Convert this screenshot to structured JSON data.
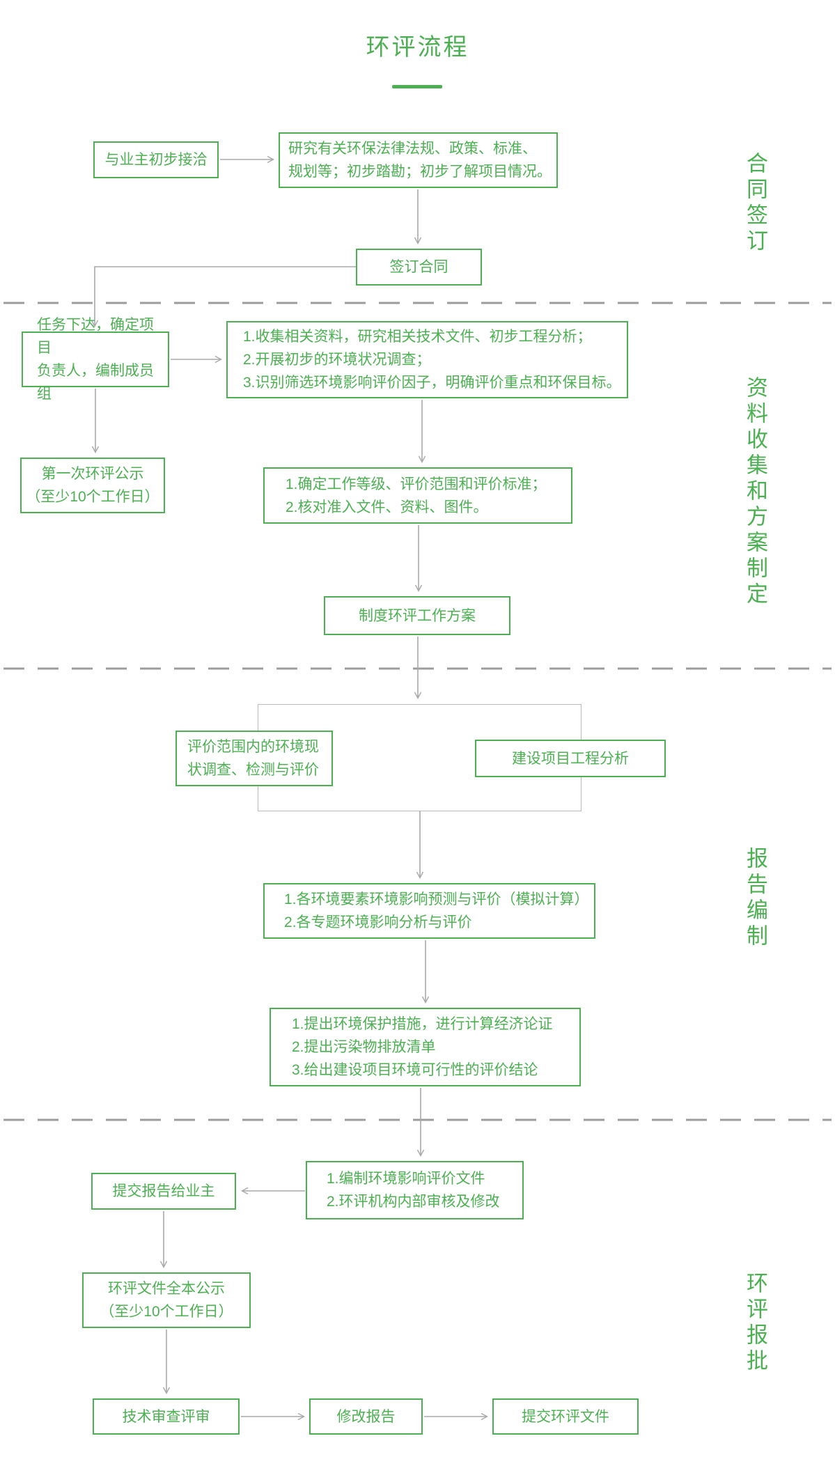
{
  "title": "环评流程",
  "colors": {
    "green": "#4cb052",
    "arrow": "#a8a8a8",
    "divider": "#9c9c9c",
    "container": "#b9b9b9"
  },
  "sections": [
    {
      "label": "合同签订"
    },
    {
      "label": "资料收集和方案制定"
    },
    {
      "label": "报告编制"
    },
    {
      "label": "环评报批"
    }
  ],
  "nodes": {
    "owner_contact": {
      "lines": [
        "与业主初步接洽"
      ]
    },
    "research_laws": {
      "lines": [
        "研究有关环保法律法规、政策、标准、",
        "规划等；初步踏勘；初步了解项目情况。"
      ]
    },
    "sign_contract": {
      "lines": [
        "签订合同"
      ]
    },
    "task_assign": {
      "lines": [
        "任务下达，确定项目",
        "负责人，编制成员组"
      ]
    },
    "collect_info": {
      "lines": [
        "1.收集相关资料，研究相关技术文件、初步工程分析；",
        "2.开展初步的环境状况调查；",
        "3.识别筛选环境影响评价因子，明确评价重点和环保目标。"
      ]
    },
    "first_publicity": {
      "lines": [
        "第一次环评公示",
        "（至少10个工作日）"
      ]
    },
    "determine_level": {
      "lines": [
        "1.确定工作等级、评价范围和评价标准；",
        "2.核对准入文件、资料、图件。"
      ]
    },
    "work_plan": {
      "lines": [
        "制度环评工作方案"
      ]
    },
    "env_survey": {
      "lines": [
        "评价范围内的环境现",
        "状调查、检测与评价"
      ]
    },
    "project_analysis": {
      "lines": [
        "建设项目工程分析"
      ]
    },
    "impact_predict": {
      "lines": [
        "1.各环境要素环境影响预测与评价（模拟计算）",
        "2.各专题环境影响分析与评价"
      ]
    },
    "protection_measures": {
      "lines": [
        "1.提出环境保护措施，进行计算经济论证",
        "2.提出污染物排放清单",
        "3.给出建设项目环境可行性的评价结论"
      ]
    },
    "compile_report": {
      "lines": [
        "1.编制环境影响评价文件",
        "2.环评机构内部审核及修改"
      ]
    },
    "submit_owner": {
      "lines": [
        "提交报告给业主"
      ]
    },
    "full_publicity": {
      "lines": [
        "环评文件全本公示",
        "（至少10个工作日）"
      ]
    },
    "tech_review": {
      "lines": [
        "技术审查评审"
      ]
    },
    "revise_report": {
      "lines": [
        "修改报告"
      ]
    },
    "submit_eia": {
      "lines": [
        "提交环评文件"
      ]
    }
  }
}
